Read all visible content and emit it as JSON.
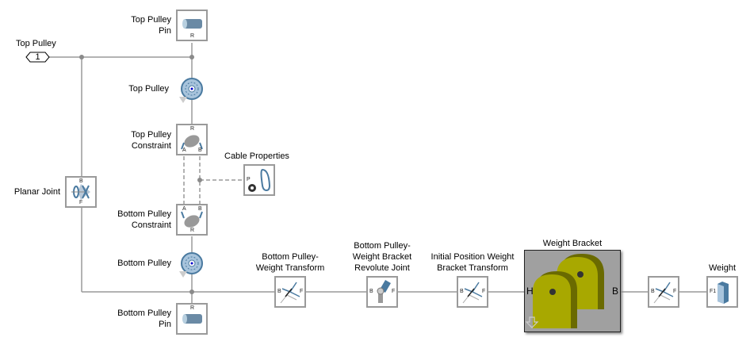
{
  "inport": {
    "label": "Top Pulley",
    "number": "1"
  },
  "blocks": {
    "top_pulley_pin": {
      "label1": "Top Pulley",
      "label2": "Pin",
      "port": "R"
    },
    "top_pulley": {
      "label": "Top Pulley"
    },
    "top_pulley_constraint": {
      "label1": "Top Pulley",
      "label2": "Constraint",
      "ports": [
        "R",
        "A",
        "B"
      ]
    },
    "cable_properties": {
      "label": "Cable Properties",
      "port": "P"
    },
    "planar_joint": {
      "label": "Planar Joint",
      "ports": [
        "B",
        "F"
      ]
    },
    "bottom_pulley_constraint": {
      "label1": "Bottom Pulley",
      "label2": "Constraint",
      "ports": [
        "A",
        "B",
        "R"
      ]
    },
    "bottom_pulley": {
      "label": "Bottom Pulley"
    },
    "bottom_pulley_pin": {
      "label1": "Bottom Pulley",
      "label2": "Pin",
      "port": "R"
    },
    "bp_weight_transform": {
      "label1": "Bottom Pulley-",
      "label2": "Weight Transform",
      "ports": [
        "B",
        "F"
      ]
    },
    "revolute_joint": {
      "label1": "Bottom Pulley-",
      "label2": "Weight Bracket",
      "label3": "Revolute Joint",
      "ports": [
        "B",
        "F"
      ]
    },
    "initial_position_transform": {
      "label1": "Initial Position Weight",
      "label2": "Bracket Transform",
      "ports": [
        "B",
        "F"
      ]
    },
    "weight_bracket": {
      "label": "Weight Bracket",
      "ports": [
        "H",
        "B"
      ],
      "color": "#a8a800"
    },
    "weight_transform": {
      "ports": [
        "B",
        "F"
      ]
    },
    "weight": {
      "label": "Weight",
      "port": "F1"
    }
  },
  "colors": {
    "wire": "#9a9a9a",
    "block_border": "#9a9a9a",
    "icon_blue": "#4a7aa0"
  }
}
